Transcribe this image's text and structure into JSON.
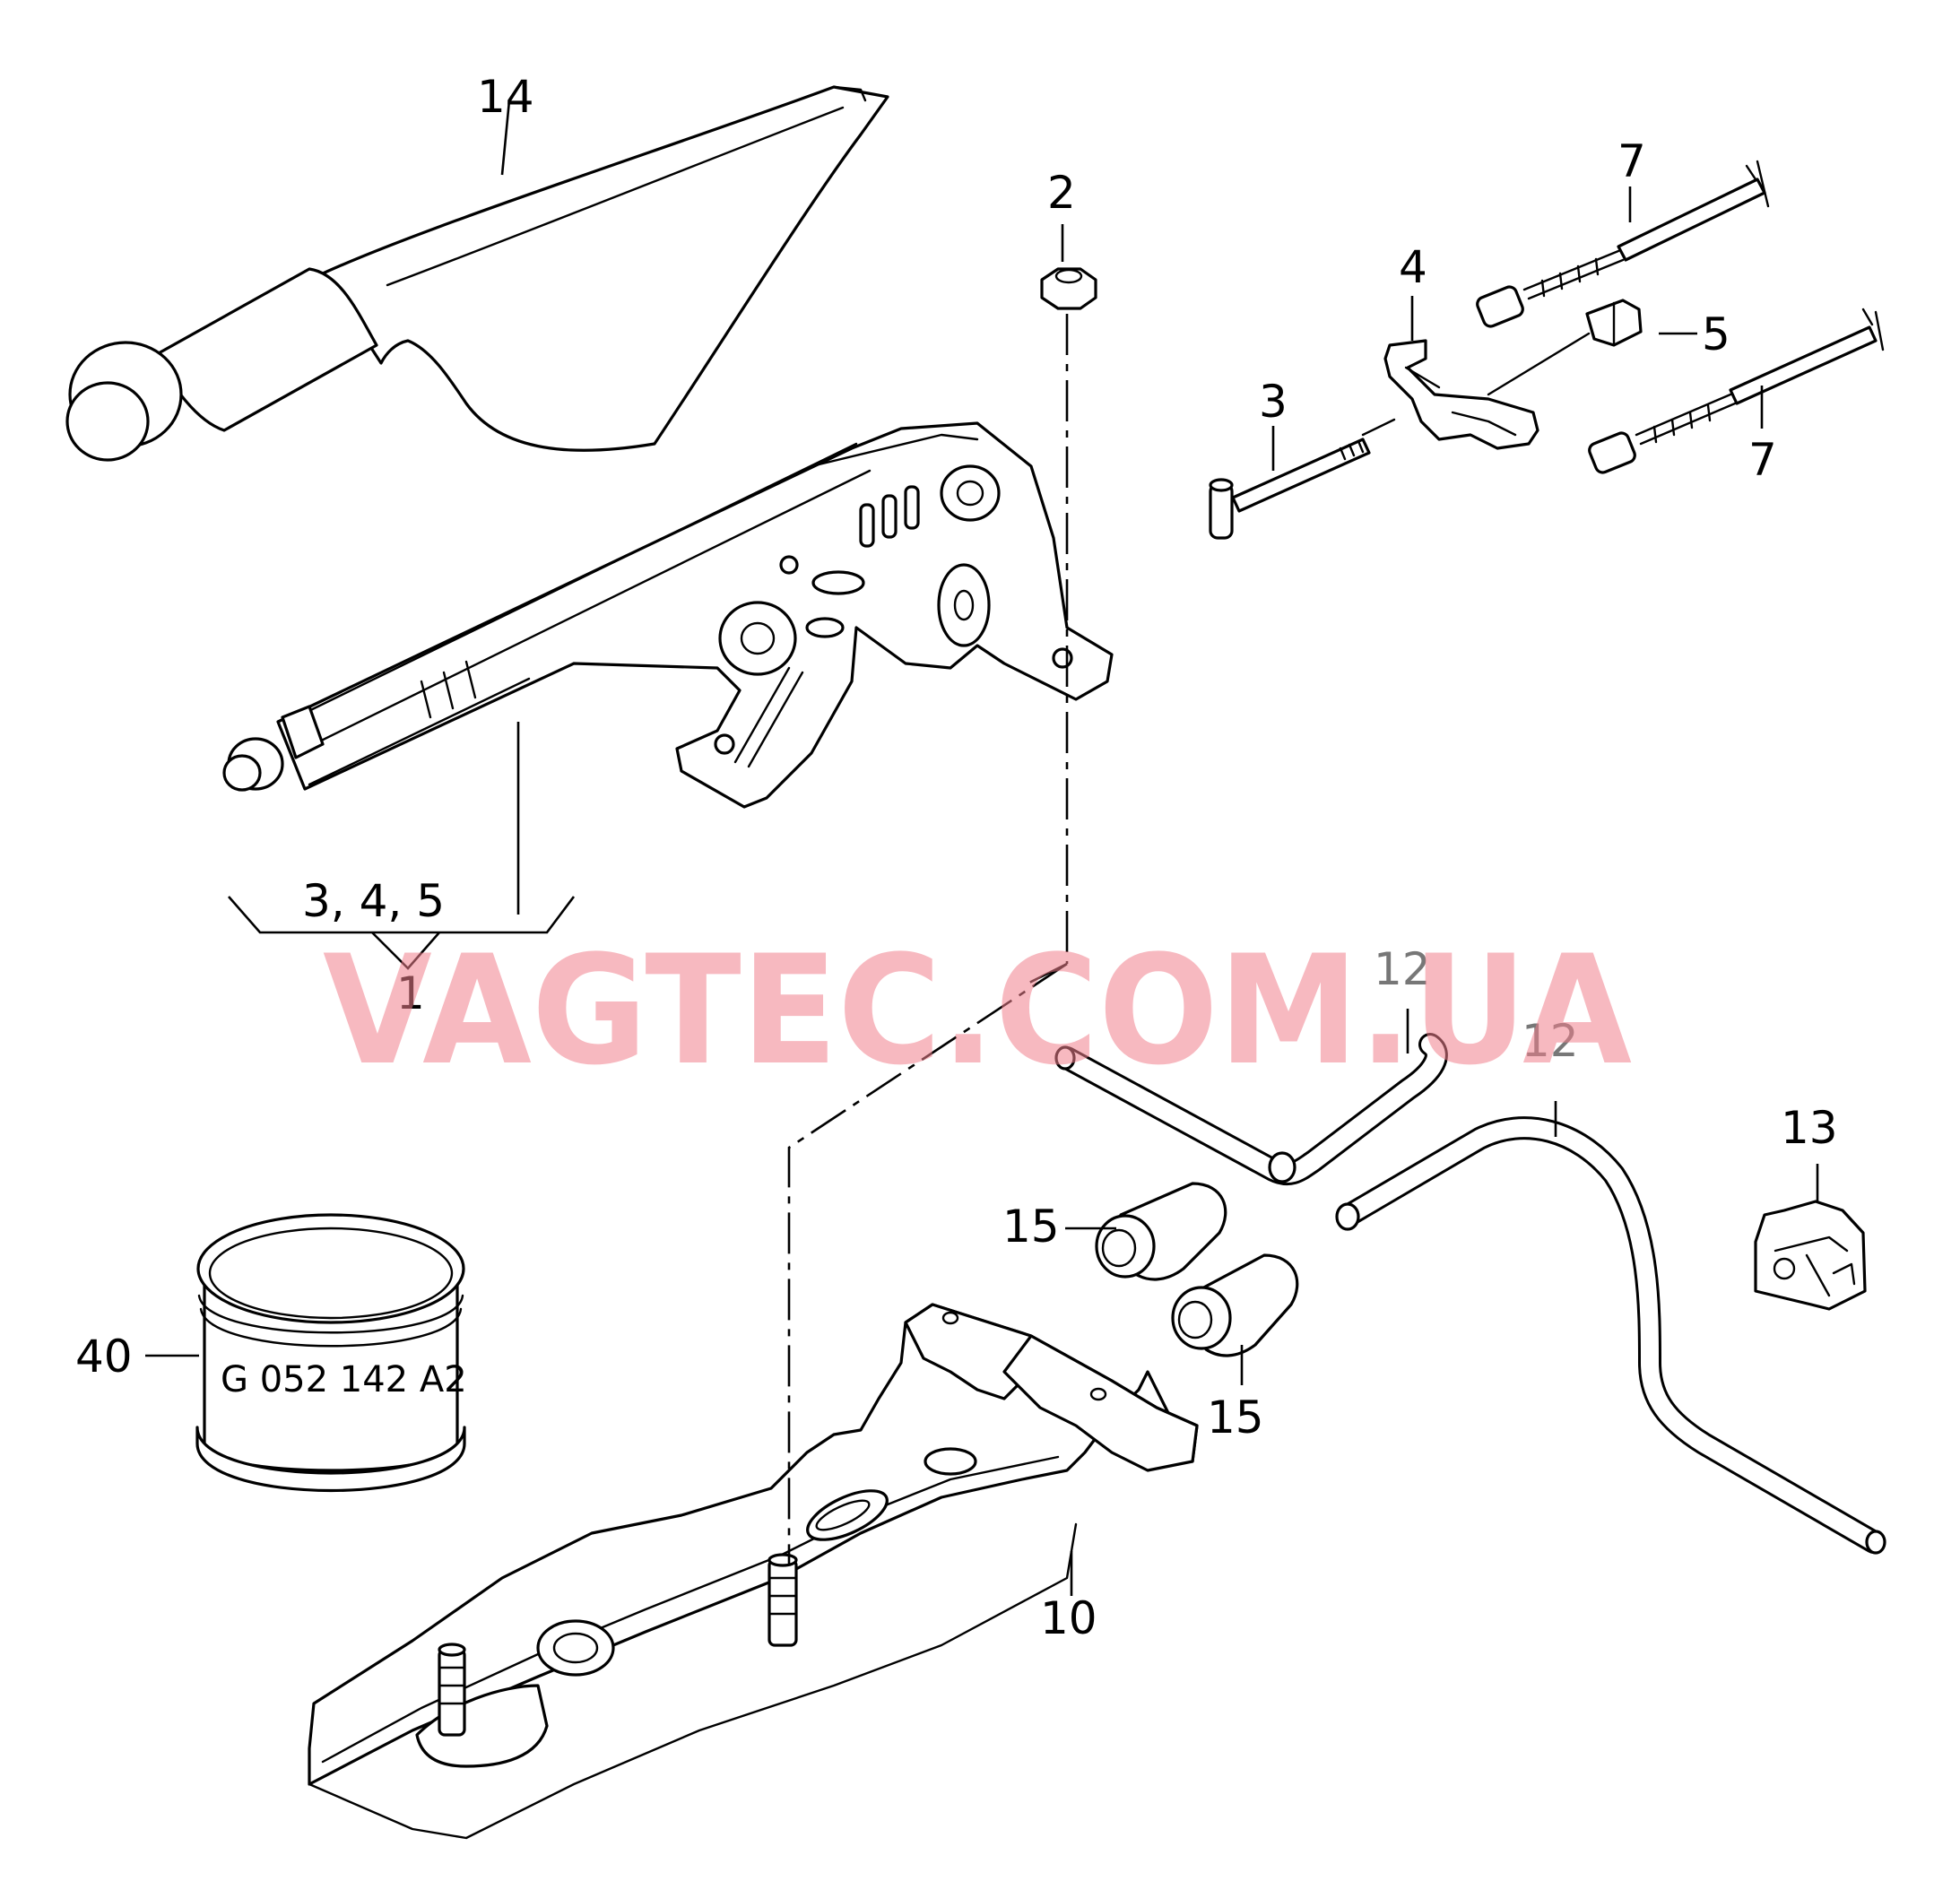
{
  "callouts": {
    "c1": "1",
    "c2": "2",
    "c3": "3",
    "c4": "4",
    "c5": "5",
    "c7a": "7",
    "c7b": "7",
    "c10": "10",
    "c12a": "12",
    "c12b": "12",
    "c13": "13",
    "c14": "14",
    "c15a": "15",
    "c15b": "15",
    "c40": "40",
    "group_345": "3, 4, 5"
  },
  "part_marking": "G 052 142 A2",
  "watermark": "VAGTEC.COM.UA",
  "colors": {
    "watermark": "#f07f8c",
    "lines": "#000000",
    "background": "#ffffff"
  }
}
